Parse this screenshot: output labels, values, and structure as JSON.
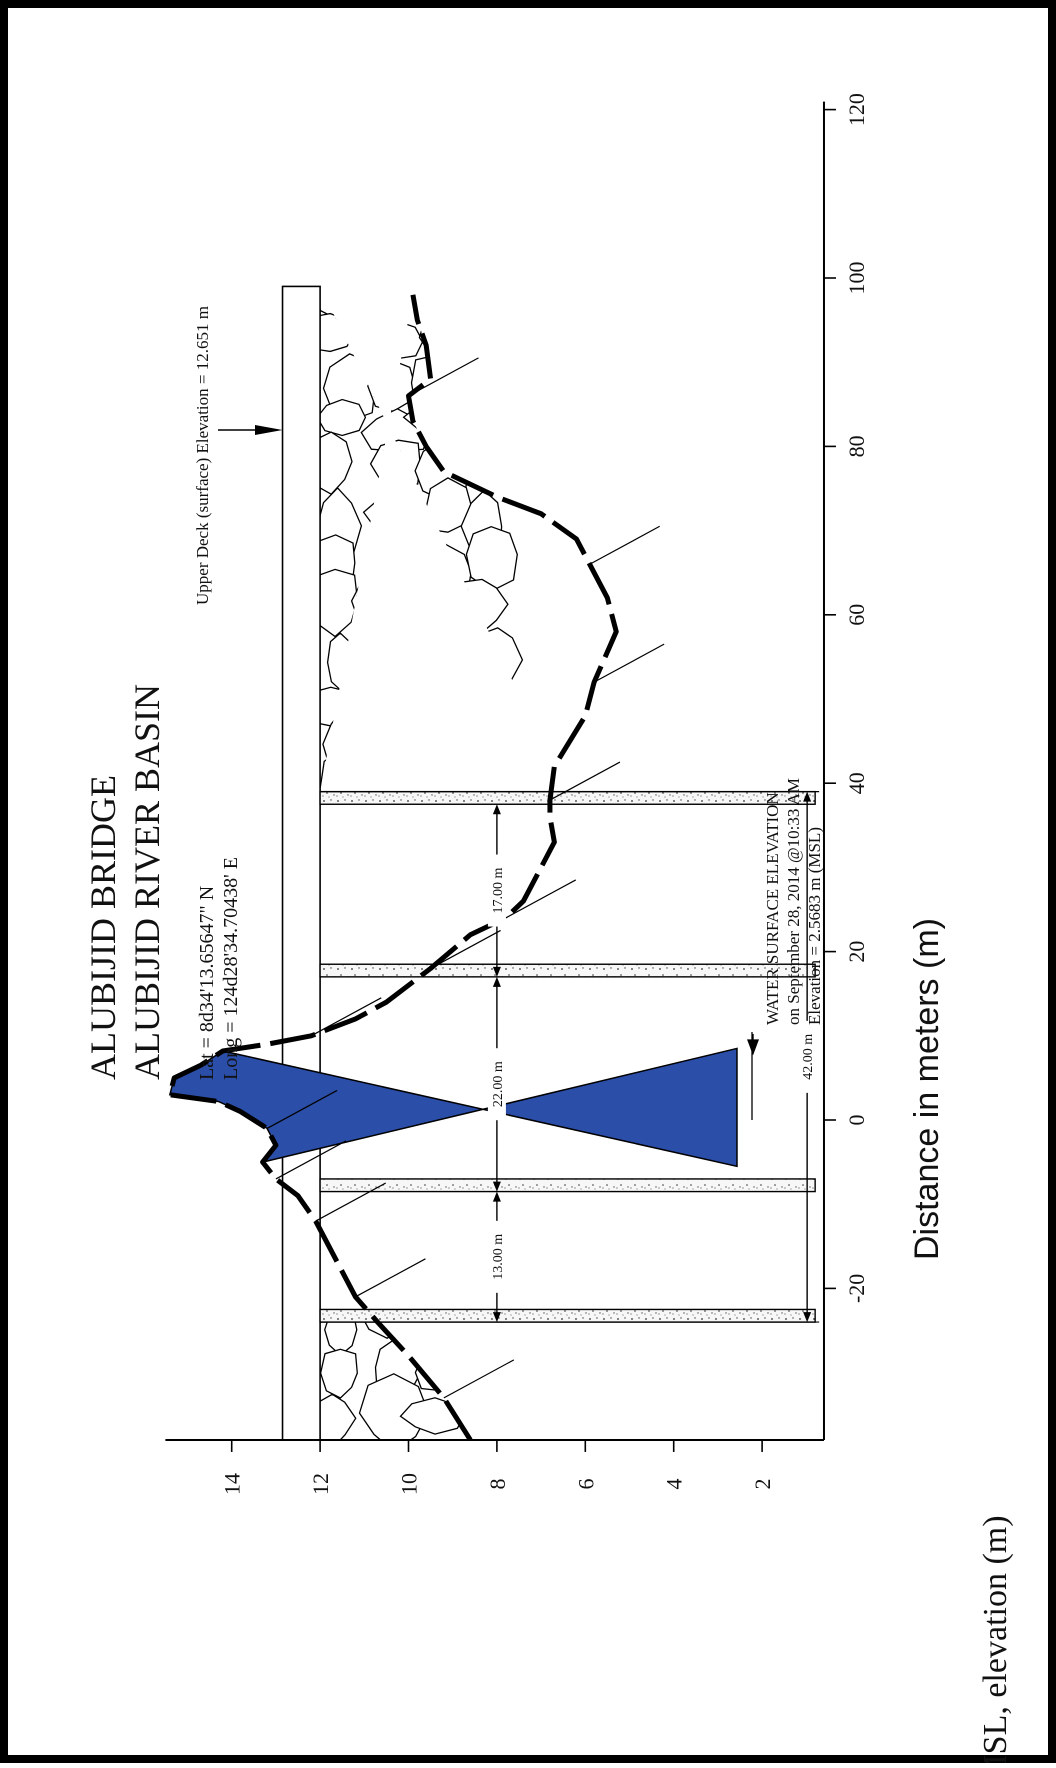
{
  "chart_data": {
    "type": "cross-section",
    "title": "ALUBIJID BRIDGE",
    "subtitle": "ALUBIJID RIVER BASIN",
    "coordinates": {
      "lat": "Lat   = 8d34'13.65647\" N",
      "long": "Long = 124d28'34.70438' E"
    },
    "xlabel": "Distance in meters (m)",
    "ylabel": "MSL, elevation (m)",
    "x_ticks": [
      -20,
      0,
      20,
      40,
      60,
      80,
      100,
      120
    ],
    "y_ticks": [
      2,
      4,
      6,
      8,
      10,
      12,
      14
    ],
    "x_range": [
      -38,
      120
    ],
    "y_range": [
      0.6,
      15.5
    ],
    "deck": {
      "label": "Upper Deck (surface) Elevation = 12.651 m",
      "elevation_top": 12.85,
      "elevation_bottom": 12.0,
      "x_start": -38,
      "x_end": 99
    },
    "piers": [
      {
        "x": -24,
        "width": 1.5
      },
      {
        "x": -8.5,
        "width": 1.5
      },
      {
        "x": 17,
        "width": 1.5
      },
      {
        "x": 37.5,
        "width": 1.5
      }
    ],
    "spans": [
      {
        "from": -24,
        "to": -8.5,
        "label": "13.00 m",
        "elevation": 8.0
      },
      {
        "from": -8.5,
        "to": 17,
        "label": "22.00 m",
        "elevation": 8.0
      },
      {
        "from": 17,
        "to": 37.5,
        "label": "17.00 m",
        "elevation": 8.0
      }
    ],
    "total_span": {
      "from": -24,
      "to": 39,
      "label": "42.00 m",
      "elevation": 0.8
    },
    "water": {
      "title": "WATER SURFACE ELEVATION",
      "line2": "on September 28, 2014  @10:33 AM",
      "line3": "Elevation = 2.5683 m (MSL)",
      "elevation": 2.5683,
      "x_from": -5.5,
      "x_to": 8.5
    },
    "ground_profile": [
      [
        -38,
        8.6
      ],
      [
        -33,
        9.2
      ],
      [
        -28,
        10.0
      ],
      [
        -24,
        10.7
      ],
      [
        -21,
        11.2
      ],
      [
        -17,
        11.6
      ],
      [
        -15,
        11.8
      ],
      [
        -12,
        12.1
      ],
      [
        -9,
        12.5
      ],
      [
        -7,
        13.0
      ],
      [
        -5,
        13.3
      ],
      [
        -3,
        13.0
      ],
      [
        -1,
        13.2
      ],
      [
        1,
        13.8
      ],
      [
        2.2,
        14.3
      ],
      [
        3,
        15.4
      ],
      [
        5,
        15.3
      ],
      [
        6.5,
        14.7
      ],
      [
        8.2,
        14.2
      ],
      [
        9,
        13.2
      ],
      [
        10,
        12.2
      ],
      [
        12,
        11.2
      ],
      [
        14,
        10.5
      ],
      [
        18,
        9.5
      ],
      [
        22,
        8.6
      ],
      [
        24,
        7.8
      ],
      [
        26,
        7.4
      ],
      [
        30,
        7.0
      ],
      [
        33,
        6.7
      ],
      [
        36,
        6.8
      ],
      [
        38,
        6.8
      ],
      [
        42,
        6.7
      ],
      [
        48,
        6.0
      ],
      [
        52,
        5.8
      ],
      [
        58,
        5.3
      ],
      [
        62,
        5.5
      ],
      [
        66,
        5.9
      ],
      [
        69,
        6.2
      ],
      [
        72,
        7.0
      ],
      [
        74,
        8.0
      ],
      [
        77,
        9.2
      ],
      [
        80,
        9.6
      ],
      [
        83,
        9.9
      ],
      [
        86,
        10.0
      ],
      [
        88,
        9.5
      ],
      [
        92,
        9.6
      ],
      [
        95,
        9.8
      ],
      [
        98,
        9.9
      ]
    ]
  }
}
